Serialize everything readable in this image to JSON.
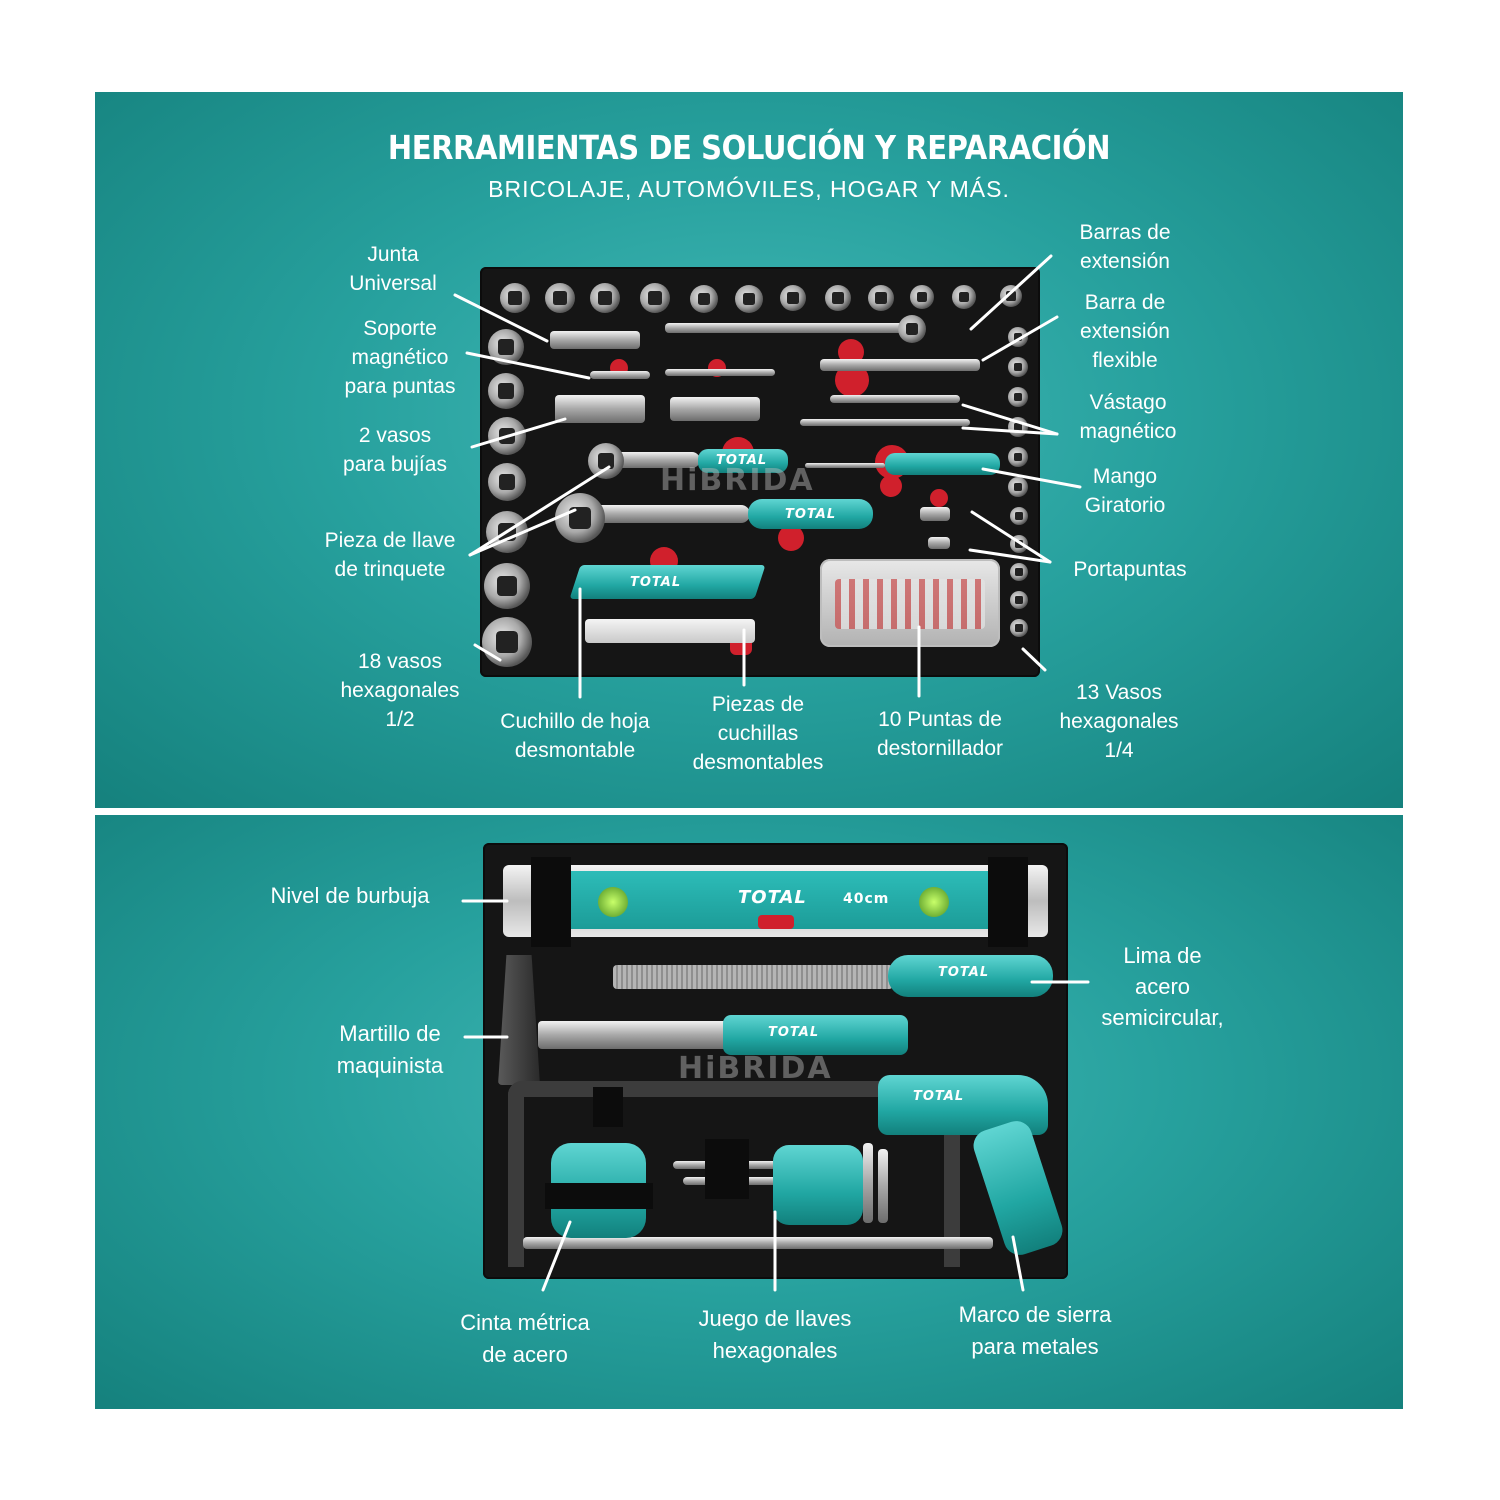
{
  "header": {
    "title": "HERRAMIENTAS DE SOLUCIÓN Y REPARACIÓN",
    "subtitle": "BRICOLAJE, AUTOMÓVILES, HOGAR Y MÁS."
  },
  "top_labels": {
    "junta_universal": [
      "Junta",
      "Universal"
    ],
    "soporte_magnetico": [
      "Soporte",
      "magnético",
      "para puntas"
    ],
    "vasos_bujias": [
      "2 vasos",
      "para bujías"
    ],
    "pieza_llave_trinquete": [
      "Pieza de llave",
      "de trinquete"
    ],
    "vasos_hex_12": [
      "18 vasos",
      "hexagonales",
      "1/2"
    ],
    "cuchillo_hoja": [
      "Cuchillo de hoja",
      "desmontable"
    ],
    "piezas_cuchillas": [
      "Piezas de",
      "cuchillas",
      "desmontables"
    ],
    "puntas_destornillador": [
      "10 Puntas de",
      "destornillador"
    ],
    "vasos_hex_14": [
      "13 Vasos",
      "hexagonales",
      "1/4"
    ],
    "barras_extension": [
      "Barras de",
      "extensión"
    ],
    "barra_extension_flexible": [
      "Barra de",
      "extensión",
      "flexible"
    ],
    "vastago_magnetico": [
      "Vástago",
      "magnético"
    ],
    "mango_giratorio": [
      "Mango",
      "Giratorio"
    ],
    "portapuntas": [
      "Portapuntas"
    ]
  },
  "bottom_labels": {
    "nivel_burbuja": [
      "Nivel de burbuja"
    ],
    "martillo": [
      "Martillo de",
      "maquinista"
    ],
    "lima": [
      "Lima de",
      "acero",
      "semicircular,"
    ],
    "cinta_metrica": [
      "Cinta métrica",
      "de acero"
    ],
    "llaves_hex": [
      "Juego de llaves",
      "hexagonales"
    ],
    "marco_sierra": [
      "Marco de sierra",
      "para metales"
    ]
  },
  "product_marks": {
    "brand": "TOTAL",
    "watermark": "HiBRIDA",
    "level_size": "40cm"
  },
  "colors": {
    "panel_teal": "#27a19e",
    "tool_teal": "#21a7a3",
    "foam_red": "#d0202c",
    "tray_black": "#151515"
  }
}
